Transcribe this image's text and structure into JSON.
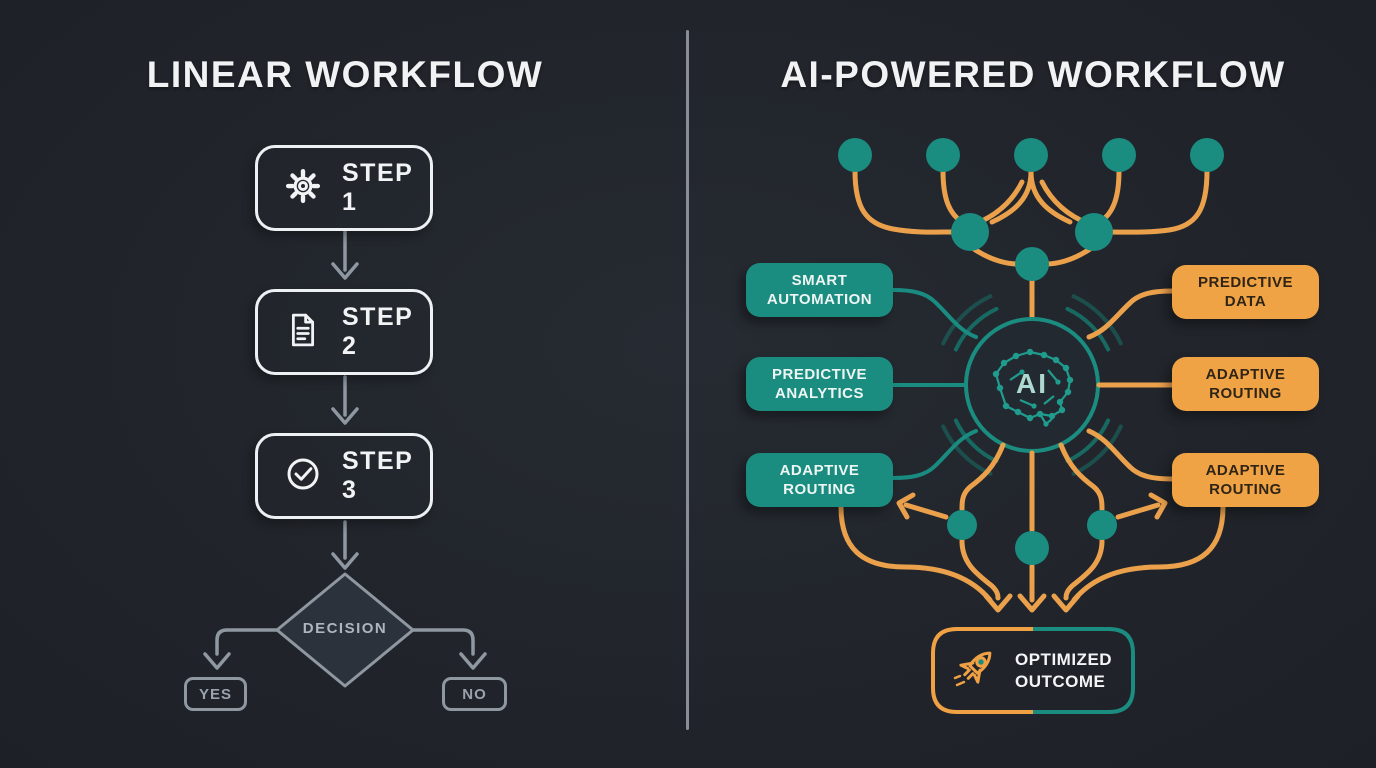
{
  "titles": {
    "left": "LINEAR WORKFLOW",
    "right": "AI-POWERED WORKFLOW"
  },
  "linear": {
    "steps": [
      {
        "label": "STEP 1",
        "icon": "gear-icon"
      },
      {
        "label": "STEP 2",
        "icon": "document-icon"
      },
      {
        "label": "STEP 3",
        "icon": "check-circle-icon"
      }
    ],
    "decision": {
      "label": "DECISION"
    },
    "branches": [
      {
        "label": "YES"
      },
      {
        "label": "NO"
      }
    ]
  },
  "ai_flow": {
    "core": {
      "label": "AI",
      "icon": "brain-network-icon"
    },
    "left_nodes": [
      {
        "label": "SMART\nAUTOMATION"
      },
      {
        "label": "PREDICTIVE\nANALYTICS"
      },
      {
        "label": "ADAPTIVE\nROUTING"
      }
    ],
    "right_nodes": [
      {
        "label": "PREDICTIVE\nDATA"
      },
      {
        "label": "ADAPTIVE\nROUTING"
      },
      {
        "label": "ADAPTIVE\nROUTING"
      }
    ],
    "outcome": {
      "label": "OPTIMIZED\nOUTCOME",
      "icon": "rocket-icon"
    }
  },
  "colors": {
    "background": "#22262c",
    "teal": "#1b8c80",
    "orange": "#efa144",
    "gray_line": "#8f97a1",
    "white": "#f2f4f6"
  }
}
